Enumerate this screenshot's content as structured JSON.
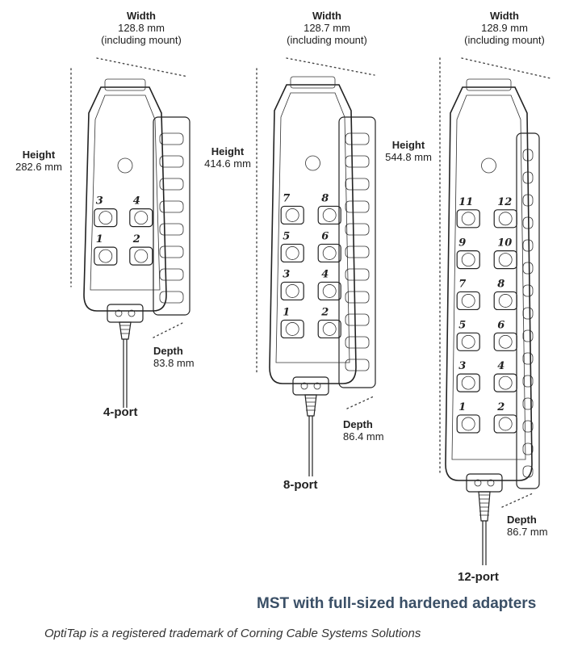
{
  "units": [
    {
      "width_label": "Width",
      "width_value": "128.8 mm",
      "width_note": "(including mount)",
      "height_label": "Height",
      "height_value": "282.6 mm",
      "depth_label": "Depth",
      "depth_value": "83.8 mm",
      "port_label": "4-port",
      "port_numbers": [
        "3",
        "4",
        "1",
        "2"
      ]
    },
    {
      "width_label": "Width",
      "width_value": "128.7 mm",
      "width_note": "(including mount)",
      "height_label": "Height",
      "height_value": "414.6 mm",
      "depth_label": "Depth",
      "depth_value": "86.4 mm",
      "port_label": "8-port",
      "port_numbers": [
        "7",
        "8",
        "5",
        "6",
        "3",
        "4",
        "1",
        "2"
      ]
    },
    {
      "width_label": "Width",
      "width_value": "128.9 mm",
      "width_note": "(including mount)",
      "height_label": "Height",
      "height_value": "544.8 mm",
      "depth_label": "Depth",
      "depth_value": "86.7 mm",
      "port_label": "12-port",
      "port_numbers": [
        "11",
        "12",
        "9",
        "10",
        "7",
        "8",
        "5",
        "6",
        "3",
        "4",
        "1",
        "2"
      ]
    }
  ],
  "footer": {
    "title": "MST with full-sized hardened adapters",
    "trademark": "OptiTap is a registered trademark of Corning Cable Systems Solutions"
  }
}
